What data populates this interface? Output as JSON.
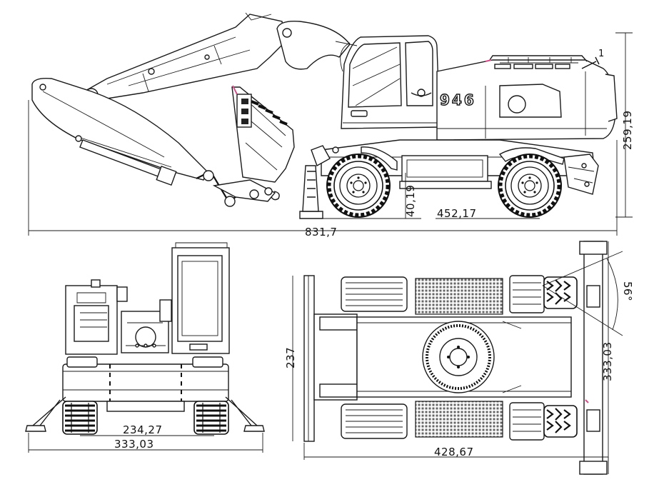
{
  "drawing": {
    "model_badge": "946",
    "small_label": "1",
    "dimensions": {
      "side_height": "259,19",
      "overall_length": "831,7",
      "ground_clearance": "40,19",
      "wheelbase": "452,17",
      "front_track": "234,27",
      "front_width": "333,03",
      "top_width": "237",
      "top_length": "428,67",
      "top_outrigger_width": "333,03",
      "steer_angle": "56°"
    }
  },
  "colors": {
    "line": "#1a1a1a",
    "accent_pink": "#d0508a",
    "background": "#ffffff"
  }
}
